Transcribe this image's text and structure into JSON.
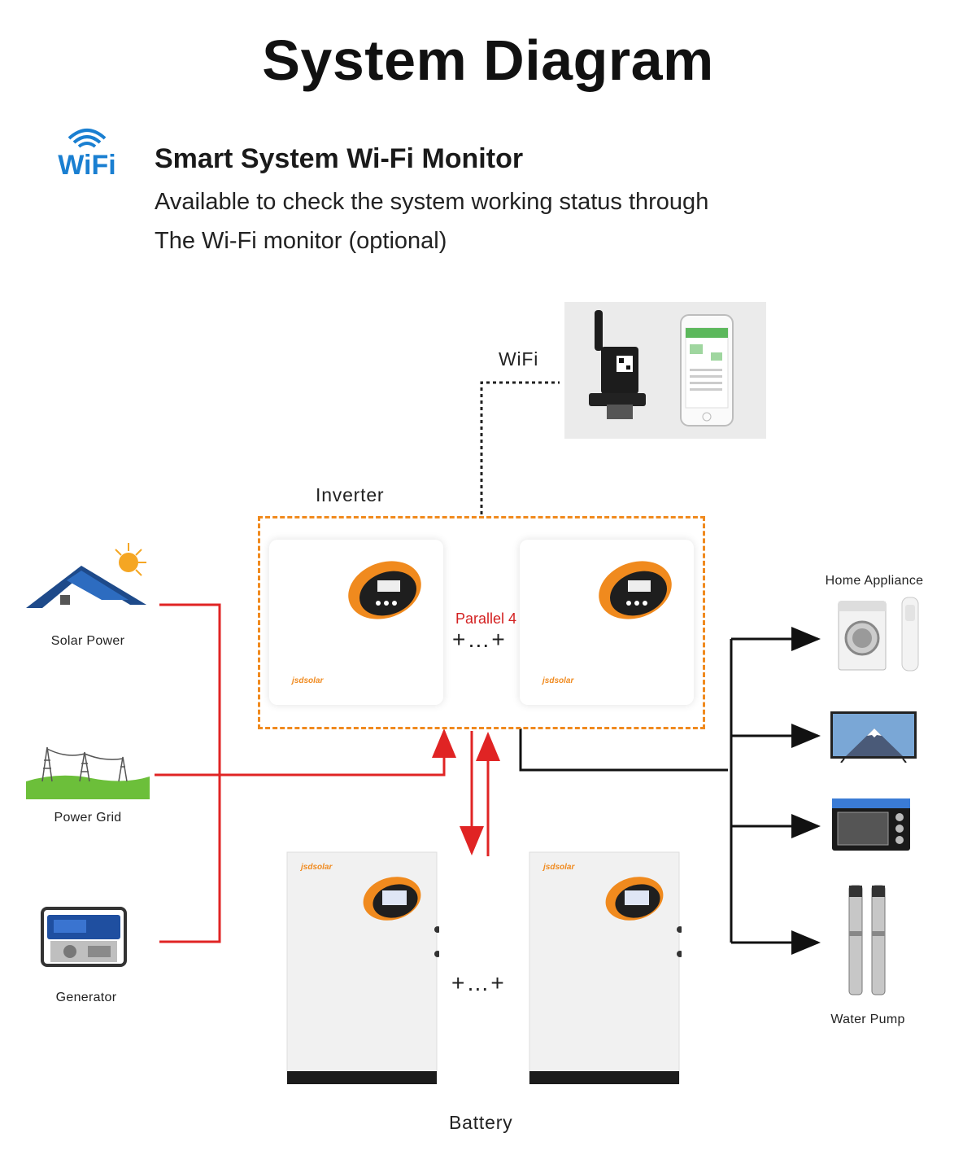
{
  "header": {
    "title": "System Diagram",
    "wifi_logo": "WiFi",
    "heading": "Smart System Wi-Fi Monitor",
    "desc_line1": "Available to check the system working status through",
    "desc_line2": "The Wi-Fi monitor (optional)"
  },
  "diagram": {
    "wifi_label": "WiFi",
    "inverter_label": "Inverter",
    "parallel_label": "Parallel 4",
    "inverter_connector": "+…+",
    "battery_connector": "+…+",
    "battery_label": "Battery",
    "brand": "jsdsolar",
    "sources": {
      "solar": "Solar Power",
      "grid": "Power Grid",
      "generator": "Generator"
    },
    "loads": {
      "home_appliance": "Home Appliance",
      "water_pump": "Water Pump"
    },
    "colors": {
      "input_line": "#e02424",
      "output_line": "#111111",
      "inverter_border": "#f08a1e",
      "wifi_blue": "#1a7fd1"
    }
  }
}
